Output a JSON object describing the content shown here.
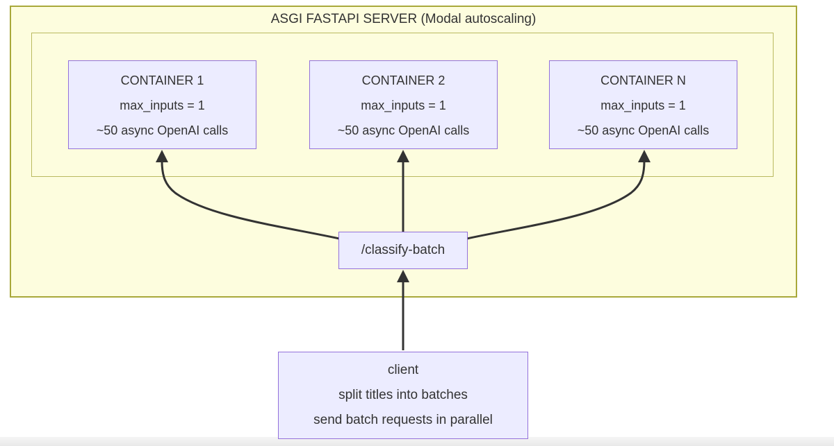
{
  "diagram": {
    "title": "ASGI FASTAPI SERVER (Modal autoscaling)",
    "containers": [
      {
        "name": "CONTAINER 1",
        "config": "max_inputs = 1",
        "detail": "~50 async OpenAI calls"
      },
      {
        "name": "CONTAINER 2",
        "config": "max_inputs = 1",
        "detail": "~50 async OpenAI calls"
      },
      {
        "name": "CONTAINER N",
        "config": "max_inputs = 1",
        "detail": "~50 async OpenAI calls"
      }
    ],
    "endpoint": {
      "label": "/classify-batch"
    },
    "client": {
      "name": "client",
      "step1": "split titles into batches",
      "step2": "send batch requests in parallel"
    },
    "colors": {
      "group_fill": "#fdfdde",
      "group_border": "#a8a83a",
      "inner_group_border": "#b9b960",
      "node_fill": "#ececff",
      "node_border": "#9370db",
      "arrow": "#333333",
      "text": "#333333",
      "bottom_bar": "#e9e9e9"
    }
  }
}
